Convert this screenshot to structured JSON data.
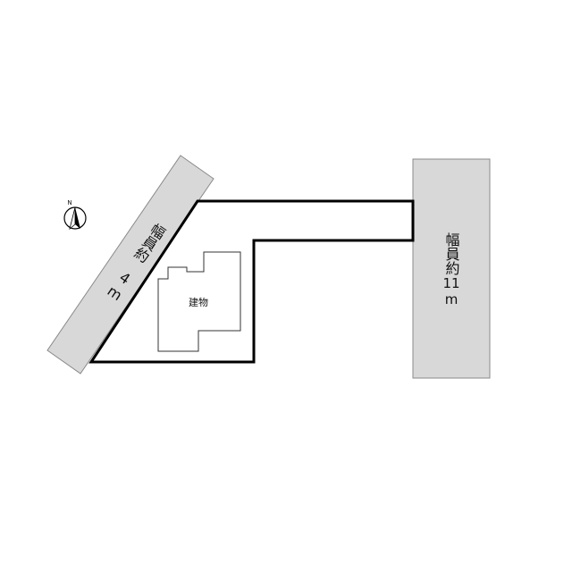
{
  "roads": {
    "left": {
      "label_text": "幅員約",
      "width_text": "4",
      "unit_text": "m"
    },
    "right": {
      "label_text": "幅員約",
      "width_text": "11",
      "unit_text": "m"
    }
  },
  "building": {
    "label": "建物"
  },
  "north_arrow": {
    "label": "N",
    "icon": "north-arrow-icon"
  },
  "colors": {
    "road_fill": "#d8d8d8",
    "road_stroke": "#8a8a8a",
    "lot_stroke": "#000000",
    "building_stroke": "#333333",
    "background": "#ffffff"
  }
}
